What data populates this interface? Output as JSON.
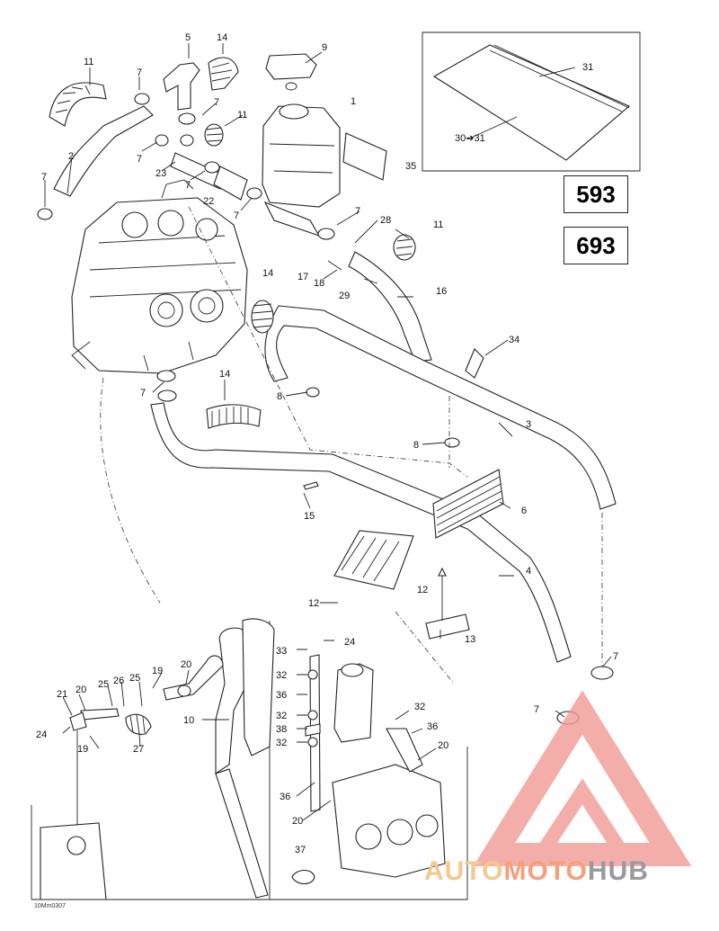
{
  "model_codes": [
    "593",
    "693"
  ],
  "drawing_code": "10Mm0307",
  "watermark": {
    "parts": [
      "AUTO",
      "MOTO",
      "HUB"
    ],
    "colors": {
      "auto": "#f2c98f",
      "moto": "#f4a07a",
      "hub": "#9a9a9a",
      "logo": "#f29a96"
    }
  },
  "callouts": [
    {
      "id": "c11a",
      "text": "11"
    },
    {
      "id": "c5",
      "text": "5"
    },
    {
      "id": "c14a",
      "text": "14"
    },
    {
      "id": "c9",
      "text": "9"
    },
    {
      "id": "c7a",
      "text": "7"
    },
    {
      "id": "c7b",
      "text": "7"
    },
    {
      "id": "c11b",
      "text": "11"
    },
    {
      "id": "c1",
      "text": "1"
    },
    {
      "id": "c2",
      "text": "2"
    },
    {
      "id": "c7c",
      "text": "7"
    },
    {
      "id": "c7d",
      "text": "7"
    },
    {
      "id": "c23",
      "text": "23"
    },
    {
      "id": "c7e",
      "text": "7"
    },
    {
      "id": "c22",
      "text": "22"
    },
    {
      "id": "c7f",
      "text": "7"
    },
    {
      "id": "c7g",
      "text": "7"
    },
    {
      "id": "c28",
      "text": "28"
    },
    {
      "id": "c11c",
      "text": "11"
    },
    {
      "id": "c14b",
      "text": "14"
    },
    {
      "id": "c17",
      "text": "17"
    },
    {
      "id": "c18",
      "text": "18"
    },
    {
      "id": "c16",
      "text": "16"
    },
    {
      "id": "c29",
      "text": "29"
    },
    {
      "id": "c34",
      "text": "34"
    },
    {
      "id": "c7h",
      "text": "7"
    },
    {
      "id": "c14c",
      "text": "14"
    },
    {
      "id": "c8a",
      "text": "8"
    },
    {
      "id": "c3",
      "text": "3"
    },
    {
      "id": "c8b",
      "text": "8"
    },
    {
      "id": "c15",
      "text": "15"
    },
    {
      "id": "c6",
      "text": "6"
    },
    {
      "id": "c4",
      "text": "4"
    },
    {
      "id": "c12a",
      "text": "12"
    },
    {
      "id": "c12b",
      "text": "12"
    },
    {
      "id": "c13",
      "text": "13"
    },
    {
      "id": "c31",
      "text": "31"
    },
    {
      "id": "c3031",
      "text": "30➔31"
    },
    {
      "id": "c35",
      "text": "35"
    },
    {
      "id": "c33",
      "text": "33"
    },
    {
      "id": "c24a",
      "text": "24"
    },
    {
      "id": "c32a",
      "text": "32"
    },
    {
      "id": "c36a",
      "text": "36"
    },
    {
      "id": "c32b",
      "text": "32"
    },
    {
      "id": "c38",
      "text": "38"
    },
    {
      "id": "c32c",
      "text": "32"
    },
    {
      "id": "c32d",
      "text": "32"
    },
    {
      "id": "c36b",
      "text": "36"
    },
    {
      "id": "c20a",
      "text": "20"
    },
    {
      "id": "c36c",
      "text": "36"
    },
    {
      "id": "c20b",
      "text": "20"
    },
    {
      "id": "c37",
      "text": "37"
    },
    {
      "id": "c7i",
      "text": "7"
    },
    {
      "id": "c7j",
      "text": "7"
    },
    {
      "id": "c20c",
      "text": "20"
    },
    {
      "id": "c19a",
      "text": "19"
    },
    {
      "id": "c25a",
      "text": "25"
    },
    {
      "id": "c26",
      "text": "26"
    },
    {
      "id": "c25b",
      "text": "25"
    },
    {
      "id": "c21",
      "text": "21"
    },
    {
      "id": "c20d",
      "text": "20"
    },
    {
      "id": "c10",
      "text": "10"
    },
    {
      "id": "c24b",
      "text": "24"
    },
    {
      "id": "c19b",
      "text": "19"
    },
    {
      "id": "c27",
      "text": "27"
    }
  ]
}
